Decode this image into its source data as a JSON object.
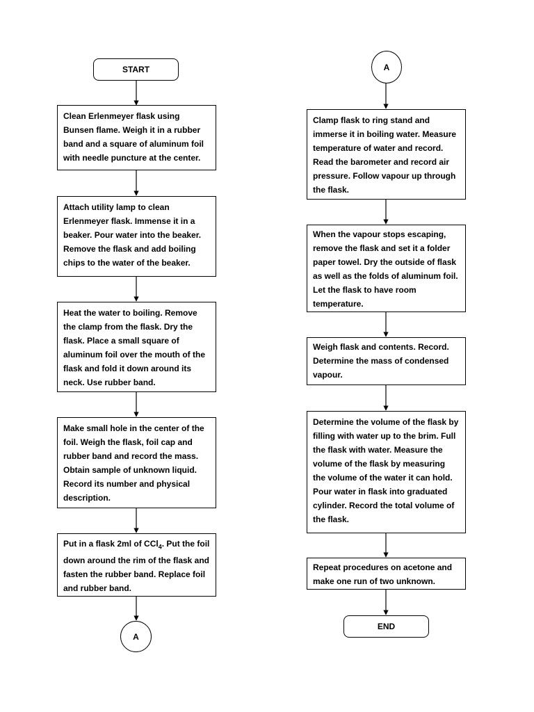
{
  "left_column": {
    "start_label": "START",
    "steps": [
      "Clean Erlenmeyer flask using Bunsen flame. Weigh it in a rubber band and a square of aluminum foil with needle puncture at the center.",
      "Attach utility lamp to clean Erlenmeyer flask. Immense it in a beaker. Pour water into the beaker. Remove the flask and add boiling chips to the water of the beaker.",
      "Heat the water to boiling. Remove the clamp from the flask. Dry the flask. Place a small square of aluminum foil over the mouth of the flask and fold it down around its neck. Use rubber band.",
      "Make small hole in the center of the foil. Weigh the flask, foil cap and rubber band and record the mass. Obtain sample of unknown liquid. Record its number and physical description."
    ],
    "step5_pre": "Put in a flask 2ml of CCl",
    "step5_sub": "4",
    "step5_post": ". Put the foil down around the rim of the flask and fasten the rubber band. Replace foil and rubber band.",
    "connector_label": "A"
  },
  "right_column": {
    "connector_label": "A",
    "steps": [
      "Clamp flask to ring stand and immerse it in boiling water. Measure temperature of water and record. Read the barometer and record air pressure. Follow vapour up through the flask.",
      "When the vapour stops escaping, remove the flask and set it a folder paper towel. Dry the outside of flask as well as the folds of aluminum foil. Let the flask to have room temperature.",
      "Weigh flask and contents. Record. Determine the mass of condensed vapour.",
      "Determine the volume of the flask by filling with water up to the brim. Full the flask with water. Measure the volume of the flask by measuring the volume of the water it can hold. Pour water in flask into graduated cylinder. Record the total volume of the flask.",
      "Repeat procedures on acetone and make one run of two unknown."
    ],
    "end_label": "END"
  }
}
